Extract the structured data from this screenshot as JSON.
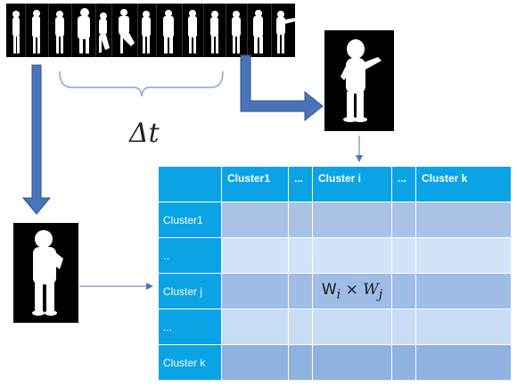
{
  "diagram": {
    "time_interval_label": "Δt",
    "similarity_cell": {
      "w": "W",
      "i": "i",
      "times": "×",
      "j": "j"
    },
    "matrix": {
      "column_headers": [
        "Cluster1",
        "...",
        "Cluster i",
        "...",
        "Cluster k"
      ],
      "row_headers": [
        "Cluster1",
        "..",
        "Cluster j",
        "...",
        "Cluster k"
      ]
    },
    "colors": {
      "arrow_fill": "#4a74b7",
      "arrow_stroke": "#2f5597",
      "header_fill": "#0aa3e6",
      "connector_line": "#4a74b7"
    }
  }
}
